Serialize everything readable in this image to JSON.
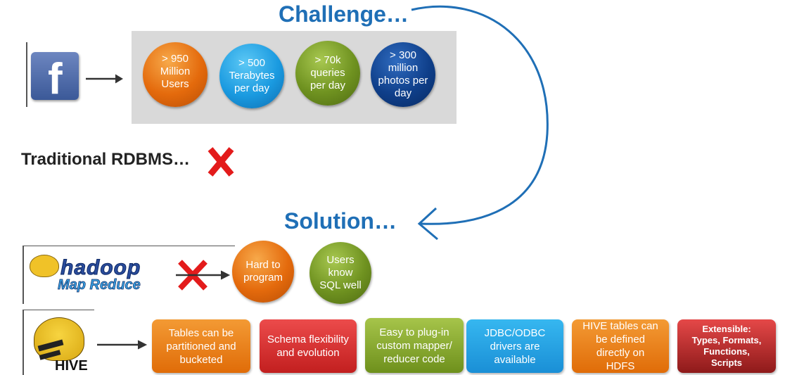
{
  "challenge": {
    "title": "Challenge…"
  },
  "solution": {
    "title": "Solution…"
  },
  "stats": [
    {
      "label": "> 950 Million Users"
    },
    {
      "label": "> 500 Terabytes per day"
    },
    {
      "label": "> 70k queries per day"
    },
    {
      "label": "> 300 million photos per day"
    }
  ],
  "rdbms": {
    "label": "Traditional RDBMS…"
  },
  "hadoop": {
    "logo_text_1": "hadoop",
    "logo_text_2": "Map Reduce"
  },
  "issues": [
    {
      "label": "Hard to program"
    },
    {
      "label": "Users know SQL well"
    }
  ],
  "hive": {
    "logo_text": "HIVE",
    "features": [
      {
        "label": "Tables can be partitioned and bucketed"
      },
      {
        "label": "Schema flexibility and evolution"
      },
      {
        "label": "Easy to plug-in custom mapper/ reducer code"
      },
      {
        "label": "JDBC/ODBC drivers are available"
      },
      {
        "label": "HIVE tables can be defined directly on HDFS"
      },
      {
        "label": "Extensible: Types, Formats, Functions, Scripts"
      }
    ]
  },
  "facebook": {
    "logo_letter": "f"
  },
  "colors": {
    "heading": "#1f6fb6",
    "cross": "#e31b1b"
  }
}
